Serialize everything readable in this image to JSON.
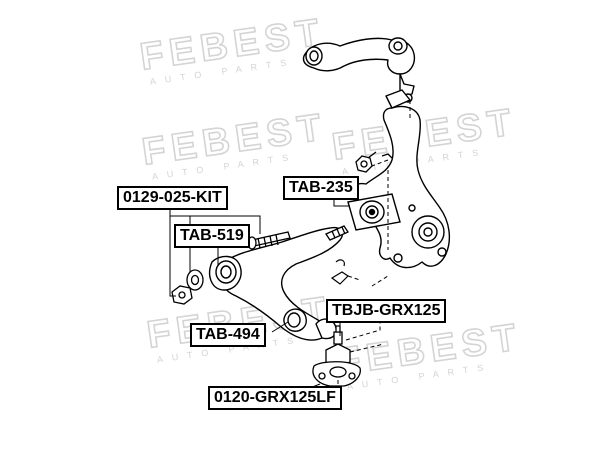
{
  "watermark": {
    "brand": "FEBEST",
    "subtitle": "AUTO PARTS"
  },
  "labels": {
    "kit": "0129-025-KIT",
    "tab519": "TAB-519",
    "tab235": "TAB-235",
    "tab494": "TAB-494",
    "tbjb": "TBJB-GRX125",
    "ball_joint": "0120-GRX125LF"
  },
  "colors": {
    "ink": "#000000",
    "watermark": "#d9d9d9",
    "background": "#ffffff"
  }
}
